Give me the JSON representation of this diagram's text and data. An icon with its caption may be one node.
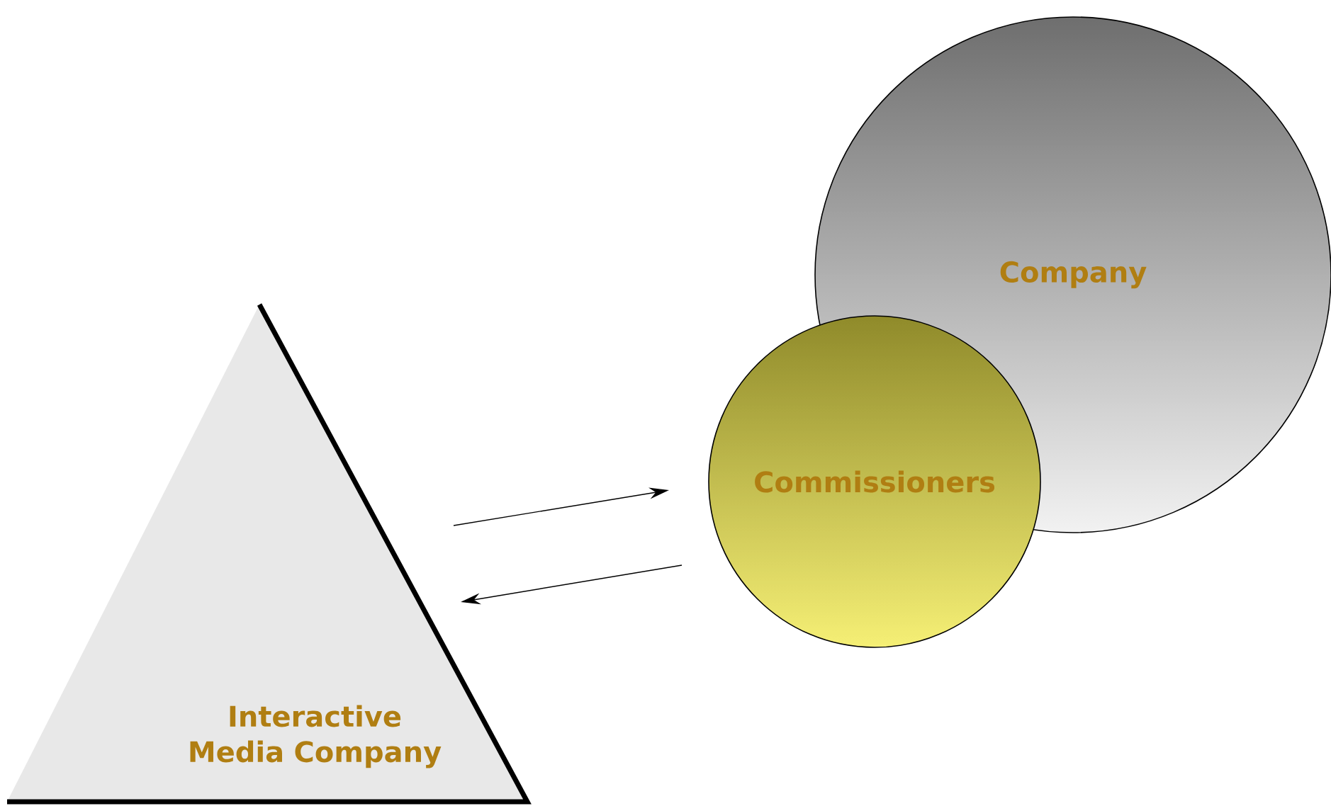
{
  "diagram": {
    "nodes": [
      {
        "text": [
          "Interactive Media Company"
        ]
      },
      {
        "text": [
          "Company"
        ]
      },
      {
        "text": [
          "Commissioners"
        ]
      }
    ],
    "edges": [
      {
        "from": 0,
        "to": 2,
        "arrow": "to"
      },
      {
        "from": 2,
        "to": 0,
        "arrow": "to"
      }
    ]
  }
}
